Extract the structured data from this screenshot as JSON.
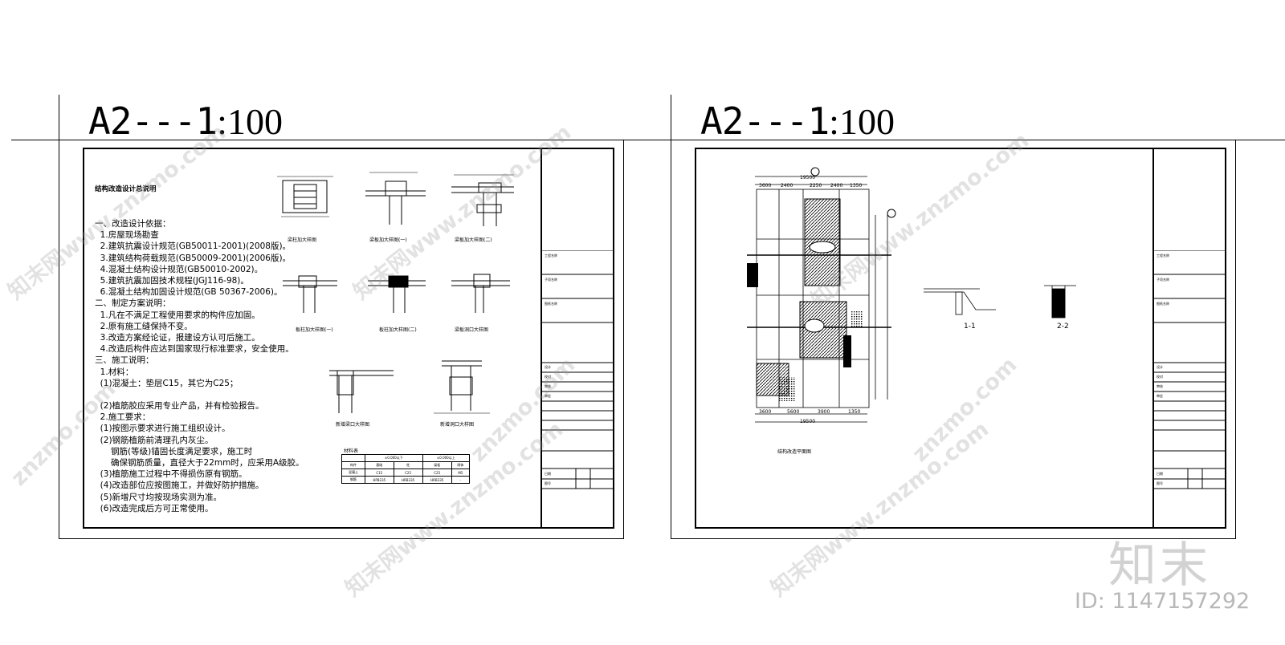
{
  "sheets": [
    {
      "title_main": "A2---1",
      "title_scale": ":100"
    },
    {
      "title_main": "A2---1",
      "title_scale": ":100"
    }
  ],
  "notes": {
    "heading": "结构改造设计总说明",
    "lines": [
      "一、改造设计依据：",
      "  1.房屋现场勘查",
      "  2.建筑抗震设计规范(GB50011-2001)(2008版)。",
      "  3.建筑结构荷载规范(GB50009-2001)(2006版)。",
      "  4.混凝土结构设计规范(GB50010-2002)。",
      "  5.建筑抗震加固技术规程(JGJ116-98)。",
      "  6.混凝土结构加固设计规范(GB 50367-2006)。",
      "二、制定方案说明：",
      "  1.凡在不满足工程使用要求的构件应加固。",
      "  2.原有施工缝保持不变。",
      "  3.改造方案经论证，报建设方认可后施工。",
      "  4.改造后构件应达到国家现行标准要求，安全使用。",
      "三、施工说明：",
      "  1.材料：",
      "  (1)混凝土：垫层C15，其它为C25；",
      "",
      "  (2)植筋胶应采用专业产品，并有检验报告。",
      "  2.施工要求：",
      "  (1)按图示要求进行施工组织设计。",
      "  (2)钢筋植筋前清理孔内灰尘。",
      "      钢筋(等级)锚固长度满足要求，施工时",
      "      确保钢筋质量，直径大于22mm时，应采用A级胶。",
      "  (3)植筋施工过程中不得损伤原有钢筋。",
      "  (4)改造部位应按图施工，并做好防护措施。",
      "  (5)新增尺寸均按现场实测为准。",
      "  (6)改造完成后方可正常使用。"
    ]
  },
  "details_left": [
    {
      "caption": "梁柱加大样图"
    },
    {
      "caption": "梁板加大样图(一)"
    },
    {
      "caption": "梁板加大样图(二)"
    },
    {
      "caption": "板柱加大样图(一)"
    },
    {
      "caption": "板柱加大样图(二)"
    },
    {
      "caption": "梁板洞口大样图"
    },
    {
      "caption": "新增梁口大样图"
    },
    {
      "caption": "新增洞口大样图"
    }
  ],
  "material_table": {
    "title": "材料表",
    "headers": [
      "±0.000以下",
      "±0.000以上"
    ],
    "rows": [
      [
        "构件",
        "基础",
        "柱",
        "梁板",
        "砌体"
      ],
      [
        "混凝土",
        "C15",
        "C25",
        "C25",
        "M5"
      ],
      [
        "钢筋",
        "HPB235",
        "HRB335",
        "HRB335",
        "-"
      ]
    ]
  },
  "title_block_labels": [
    "工程名称",
    "子项名称",
    "图纸名称",
    "设计",
    "校对",
    "审核",
    "审定",
    "日期",
    "图号",
    "比例"
  ],
  "plan": {
    "caption": "结构改造平面图",
    "section_1": "1-1",
    "section_2": "2-2",
    "axis_top": "19500",
    "dims_top": [
      "3600",
      "2400",
      "2250",
      "2400",
      "1350"
    ],
    "dims_bottom": [
      "3600",
      "5600",
      "3900",
      "1350"
    ],
    "axis_label": "19500"
  },
  "watermarks": [
    "知末网www.znzmo.com",
    "znzmo.com"
  ],
  "brand": {
    "logo": "知末",
    "id": "ID: 1147157292"
  }
}
